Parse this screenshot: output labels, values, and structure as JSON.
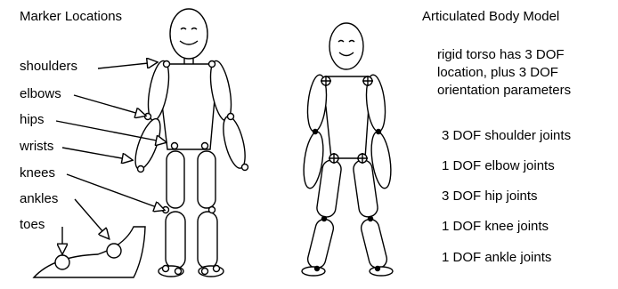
{
  "left_title": "Marker Locations",
  "right_title": "Articulated Body Model",
  "markers": {
    "shoulders": "shoulders",
    "elbows": "elbows",
    "hips": "hips",
    "wrists": "wrists",
    "knees": "knees",
    "ankles": "ankles",
    "toes": "toes"
  },
  "model_notes": {
    "torso_line1": "rigid torso has 3 DOF",
    "torso_line2": "location, plus 3 DOF",
    "torso_line3": "orientation parameters",
    "shoulder": "3 DOF shoulder joints",
    "elbow": "1 DOF elbow joints",
    "hip": "3 DOF hip joints",
    "knee": "1 DOF knee joints",
    "ankle": "1 DOF ankle joints"
  }
}
